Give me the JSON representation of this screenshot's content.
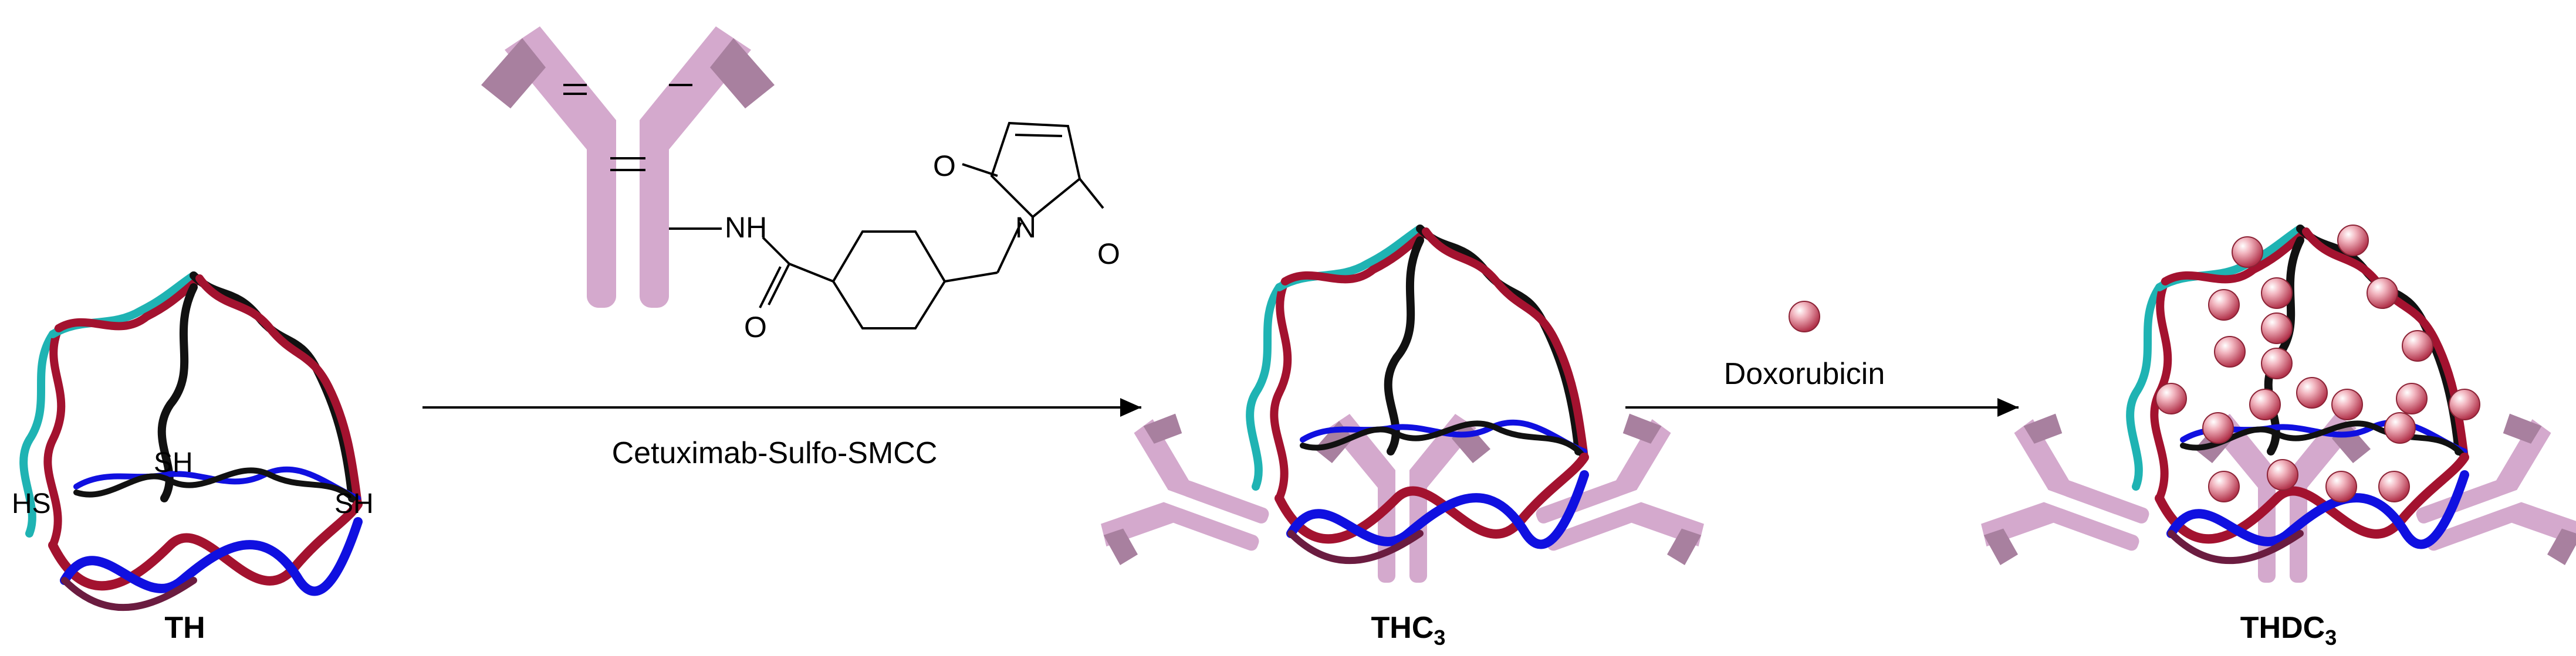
{
  "labels": {
    "th": "TH",
    "thc3_main": "THC",
    "thc3_sub": "3",
    "thdc3_main": "THDC",
    "thdc3_sub": "3"
  },
  "thiols": {
    "left": "HS",
    "center": "SH",
    "right": "SH"
  },
  "reaction1": {
    "reagent": "Cetuximab-Sulfo-SMCC"
  },
  "reaction2": {
    "reagent": "Doxorubicin"
  },
  "linker": {
    "o_top": "O",
    "o_right": "O",
    "n": "N",
    "nh": "NH",
    "o_amide": "O"
  },
  "colors": {
    "antibody": "#d4a9cd",
    "antibody_dark": "#a8809f",
    "teal": "#1fb3b3",
    "crimson": "#a3122f",
    "black": "#111111",
    "blue": "#1010e0",
    "drug": "#c94f64"
  }
}
